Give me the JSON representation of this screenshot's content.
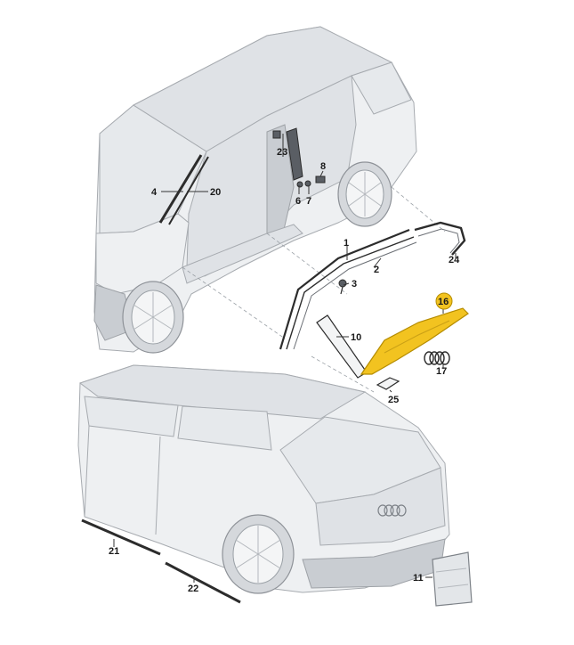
{
  "callouts": {
    "c1": "1",
    "c2": "2",
    "c3": "3",
    "c4": "4",
    "c6": "6",
    "c7": "7",
    "c8": "8",
    "c10": "10",
    "c11": "11",
    "c16": "16",
    "c17": "17",
    "c20": "20",
    "c21": "21",
    "c22": "22",
    "c23": "23",
    "c24": "24",
    "c25": "25"
  },
  "colors": {
    "highlight_part": "#f2c320",
    "highlight_badge": "#f2c320",
    "outline": "#a7abb0"
  }
}
